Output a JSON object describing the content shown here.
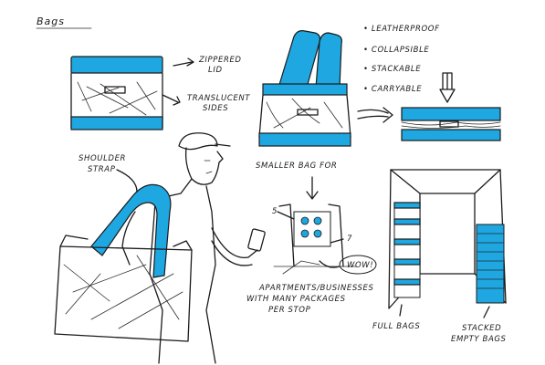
{
  "title": "Bags",
  "labels": {
    "zippered_lid": [
      "Zippered",
      "Lid"
    ],
    "translucent_sides": [
      "Translucent",
      "Sides"
    ],
    "shoulder_strap": [
      "Shoulder",
      "Strap"
    ],
    "smaller_bag_for": "Smaller bag for",
    "apartments": [
      "Apartments/businesses",
      "with many packages",
      "per stop"
    ],
    "full_bags": "Full bags",
    "stacked_empty": [
      "Stacked",
      "Empty bags"
    ],
    "wow": "Wow!",
    "num_5": "5",
    "num_7": "7"
  },
  "features": [
    "Leatherproof",
    "Collapsible",
    "Stackable",
    "Carryable"
  ],
  "colors": {
    "accent": "#1ea7e1",
    "ink": "#1b1b1b"
  }
}
